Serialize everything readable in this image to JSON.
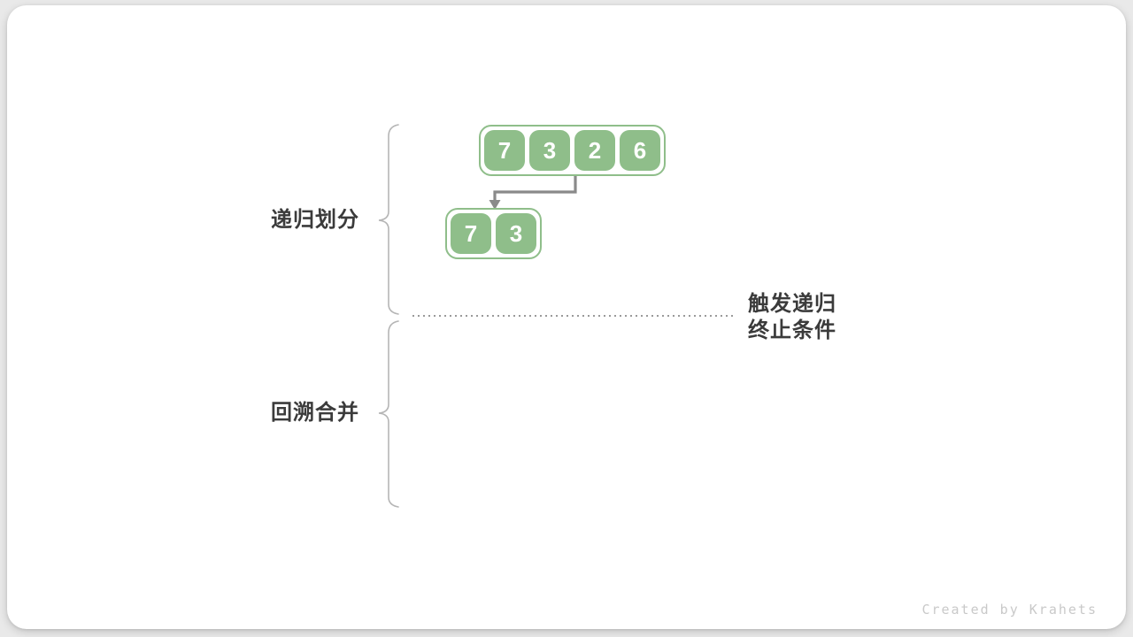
{
  "labels": {
    "divide_phase": "递归划分",
    "merge_phase": "回溯合并"
  },
  "termination": {
    "line1": "触发递归",
    "line2": "终止条件"
  },
  "arrays": {
    "level1": [
      "7",
      "3",
      "2",
      "6"
    ],
    "level2": [
      "7",
      "3"
    ]
  },
  "watermark": "Created by Krahets",
  "colors": {
    "cell_green": "#8FBE8A",
    "arrow_gray": "#8A8A8A",
    "brace_gray": "#B5B5B5",
    "dotted_gray": "#9A9A9A",
    "label_text": "#3B3B3B",
    "watermark_gray": "#C9C9C9",
    "card_bg": "#FFFFFF",
    "page_bg": "#E9E9E9"
  }
}
